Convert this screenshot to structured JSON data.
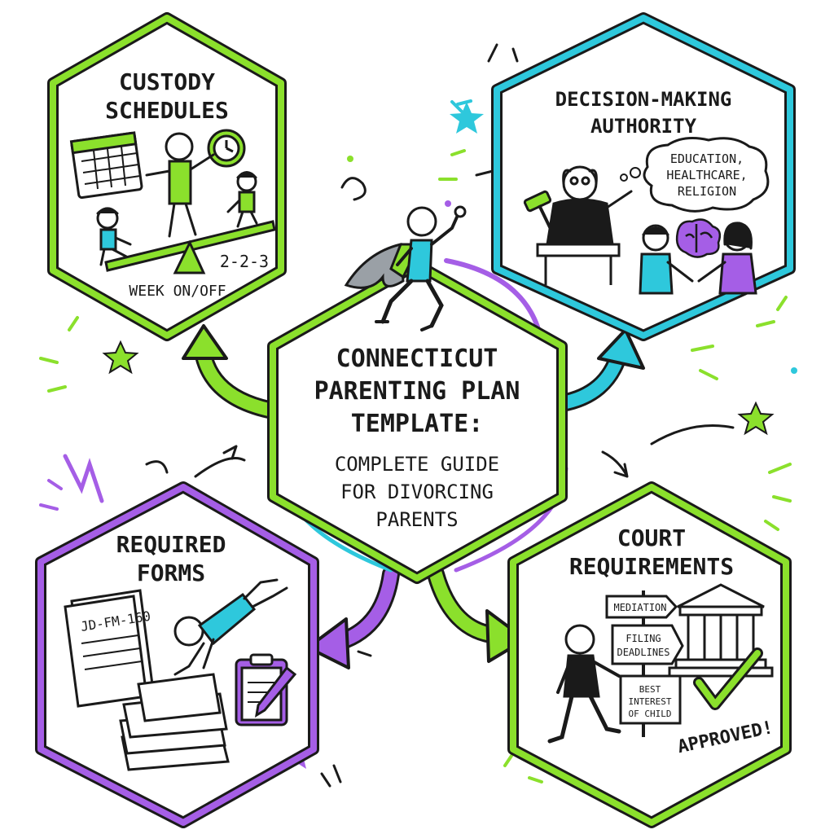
{
  "colors": {
    "green": "#8be02c",
    "cyan": "#2ec8dc",
    "purple": "#a55ee6",
    "ink": "#1a1a1a"
  },
  "center": {
    "line1": "CONNECTICUT",
    "line2": "PARENTING PLAN",
    "line3": "TEMPLATE:",
    "line4": "COMPLETE GUIDE",
    "line5": "FOR DIVORCING",
    "line6": "PARENTS"
  },
  "custody": {
    "title1": "CUSTODY",
    "title2": "SCHEDULES",
    "label_223": "2-2-3",
    "label_week": "WEEK ON/OFF"
  },
  "decision": {
    "title1": "DECISION-MAKING",
    "title2": "AUTHORITY",
    "bubble1": "EDUCATION,",
    "bubble2": "HEALTHCARE,",
    "bubble3": "RELIGION"
  },
  "forms": {
    "title1": "REQUIRED",
    "title2": "FORMS",
    "doc_label": "JD-FM-160"
  },
  "court": {
    "title1": "COURT",
    "title2": "REQUIREMENTS",
    "sign1": "MEDIATION",
    "sign2a": "FILING",
    "sign2b": "DEADLINES",
    "sign3a": "BEST",
    "sign3b": "INTEREST",
    "sign3c": "OF CHILD",
    "approved": "APPROVED!"
  }
}
